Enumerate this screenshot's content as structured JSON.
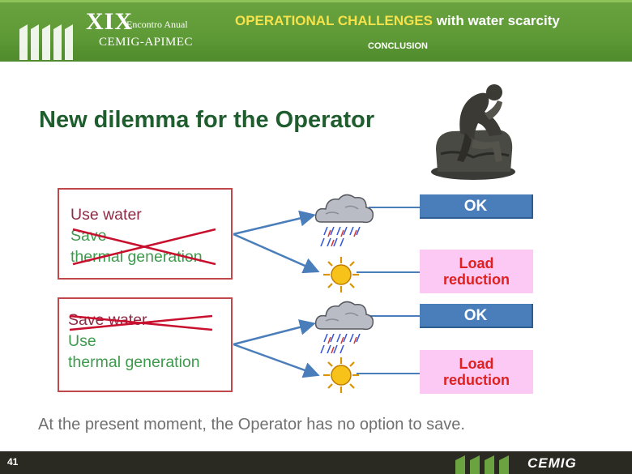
{
  "header": {
    "event_number": "XIX",
    "event_name": "Encontro Anual",
    "event_org": "CEMIG-APIMEC",
    "title_highlight": "OPERATIONAL CHALLENGES",
    "title_rest": " with water scarcity",
    "subtitle": "CONCLUSION"
  },
  "main": {
    "heading": "New dilemma for the Operator",
    "option1": {
      "line1": "Use water",
      "line2": "Save",
      "line3": "thermal generation"
    },
    "option2": {
      "line1": "Save water",
      "line2": "Use",
      "line3": "thermal generation"
    },
    "outcomes": {
      "ok_label": "OK",
      "load_line1": "Load",
      "load_line2": "reduction"
    }
  },
  "footer": {
    "note": "At the present moment, the Operator has no option to save.",
    "page_number": "41",
    "logo_text": "CEMIG"
  },
  "icons": [
    "rain-cloud-icon",
    "sun-icon",
    "thinker-statue-icon",
    "building-logo-icon"
  ],
  "colors": {
    "header_green": "#5e9a36",
    "highlight_yellow": "#f6e24a",
    "heading_green": "#1f5d2e",
    "option_red": "#8e2b45",
    "option_green": "#3e9a4c",
    "cross_red": "#c8102e",
    "ok_blue": "#4a7ebb",
    "load_pink": "#fbc9f3",
    "load_text_red": "#e02020"
  }
}
